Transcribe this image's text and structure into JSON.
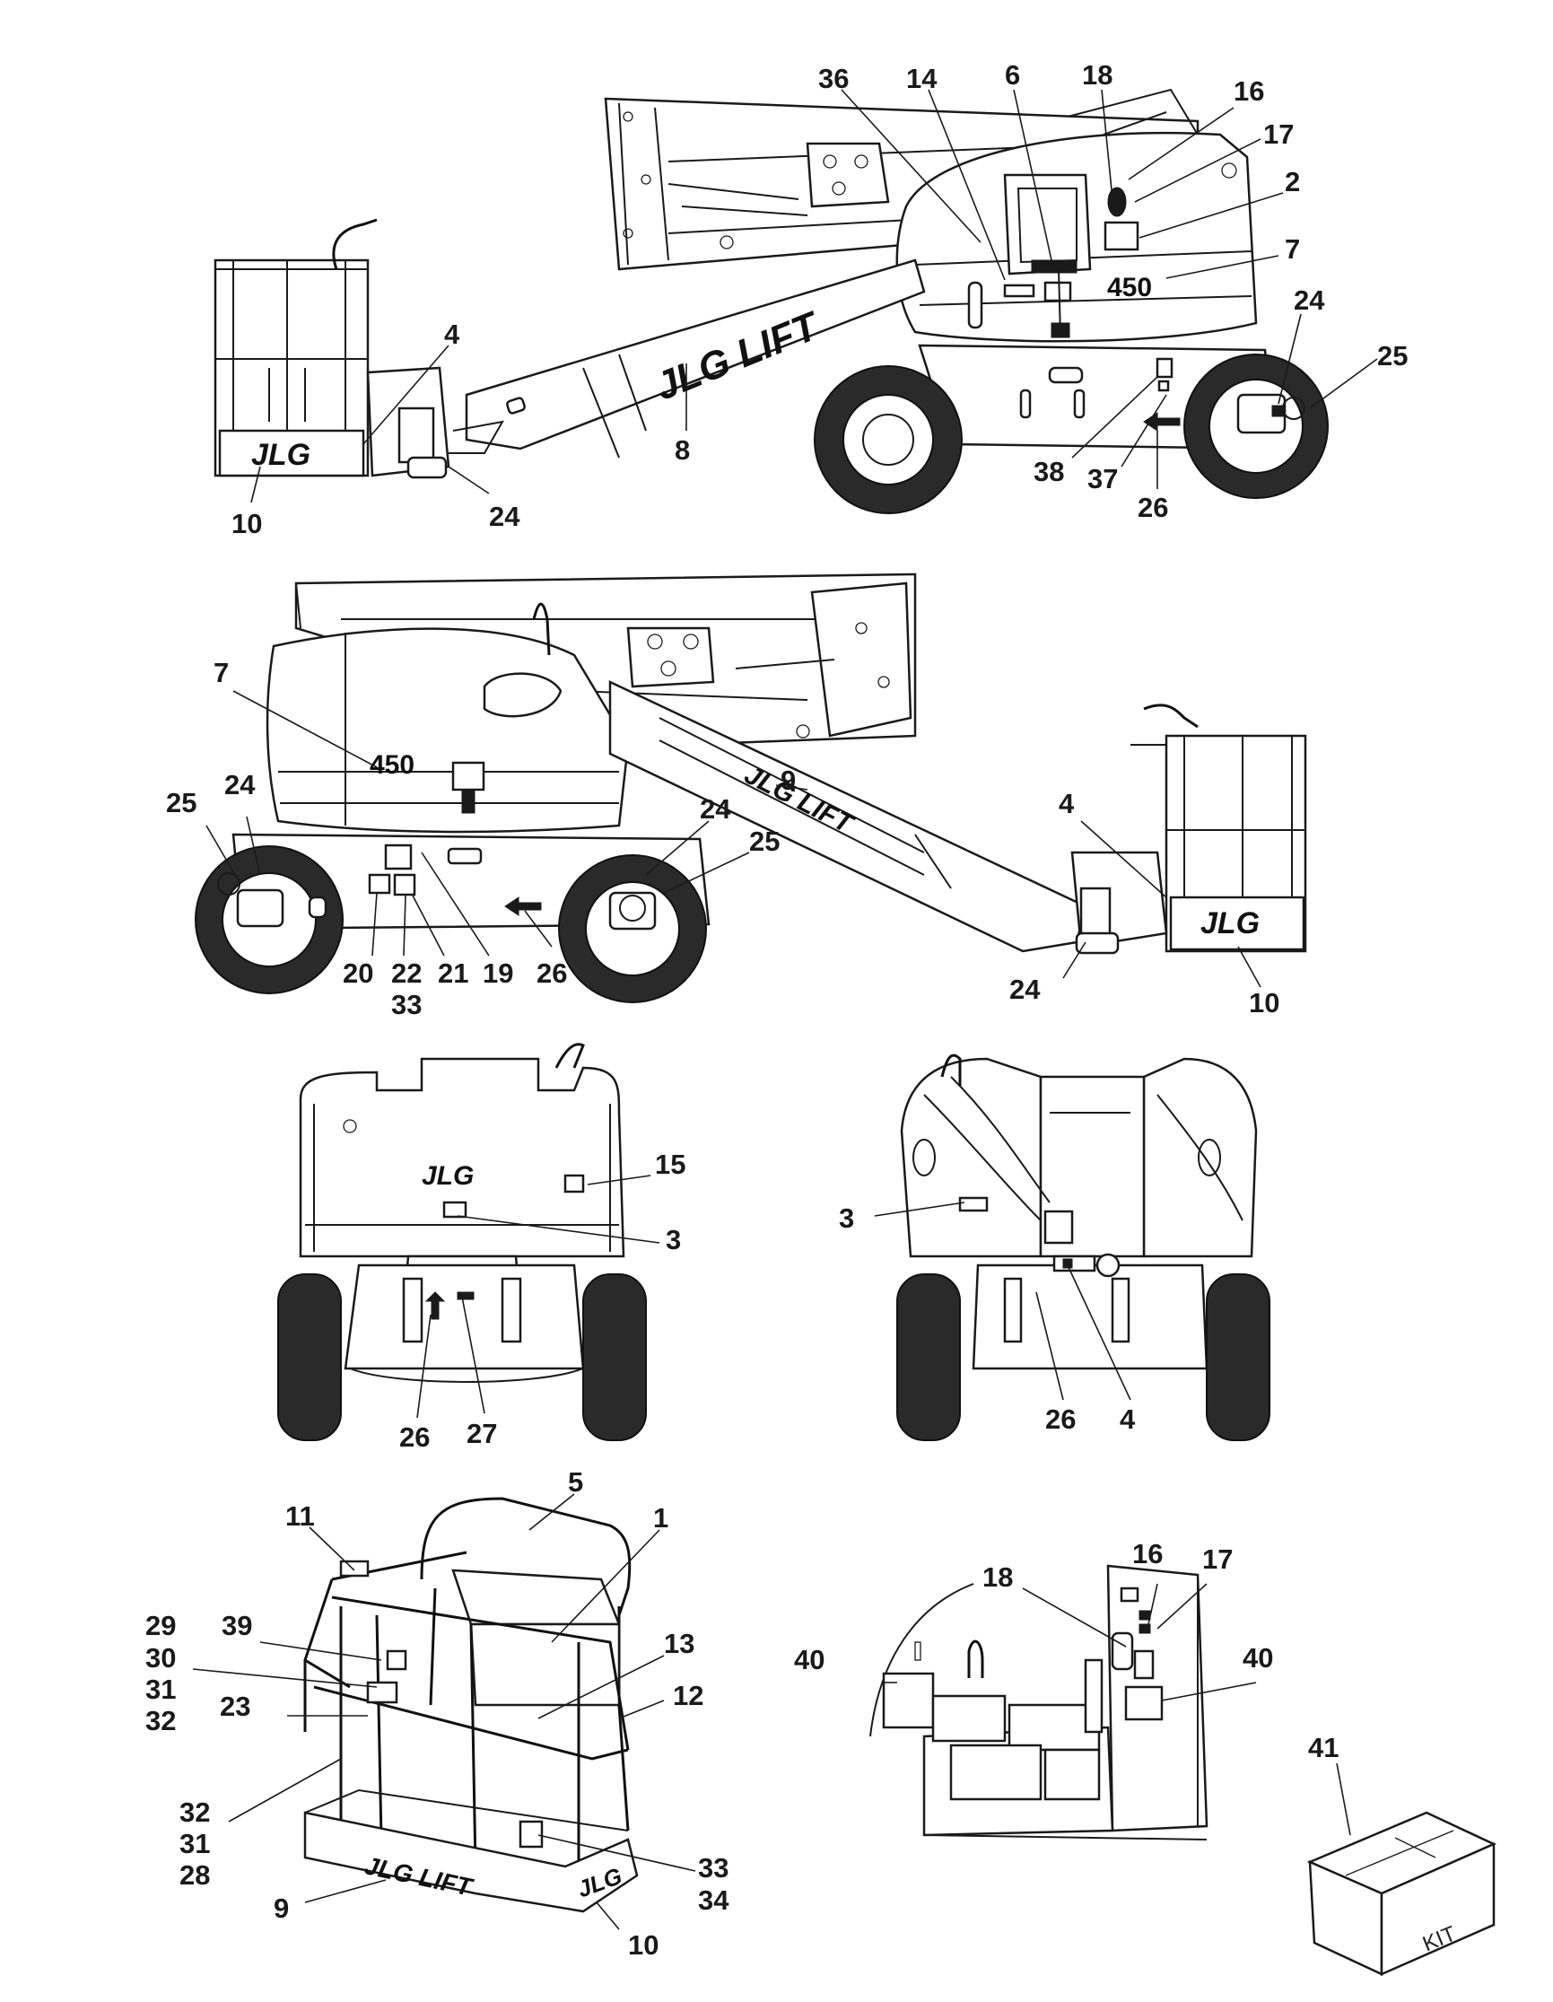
{
  "labels": {
    "v1": [
      "36",
      "14",
      "6",
      "18",
      "16",
      "17",
      "2",
      "7",
      "24",
      "25",
      "4",
      "8",
      "38",
      "37",
      "26",
      "10",
      "24"
    ],
    "v2": [
      "7",
      "25",
      "24",
      "9",
      "24",
      "25",
      "4",
      "20",
      "22",
      "33",
      "21",
      "19",
      "26",
      "24",
      "10"
    ],
    "v3": [
      "15",
      "3",
      "26",
      "27"
    ],
    "v4": [
      "3",
      "26",
      "4"
    ],
    "v5": [
      "5",
      "1",
      "11",
      "13",
      "12",
      "29",
      "39",
      "30",
      "31",
      "32",
      "23",
      "32",
      "31",
      "28",
      "33",
      "34",
      "9",
      "10"
    ],
    "v6": [
      "18",
      "16",
      "17",
      "40",
      "40"
    ],
    "kit_callout": "41"
  },
  "decals": {
    "brand_logo": "JLG",
    "brand_wordmark": "JLG LIFT",
    "model_number": "450",
    "kit_box_text": "KIT"
  }
}
